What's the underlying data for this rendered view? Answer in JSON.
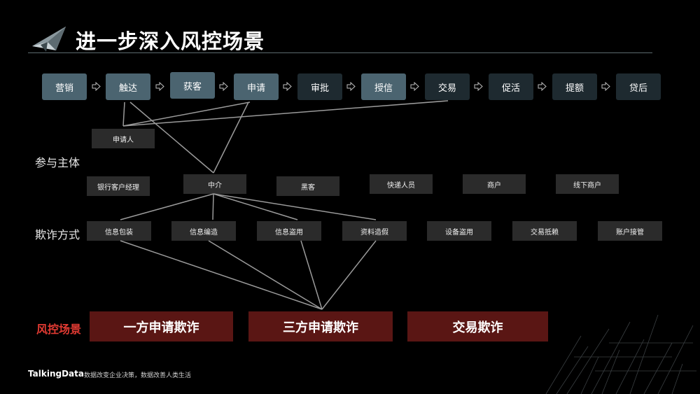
{
  "slide": {
    "title": "进一步深入风控场景",
    "footer_brand": "TalkingData",
    "footer_tagline": "数据改变企业决策，数据改善人类生活"
  },
  "flow_steps": [
    {
      "label": "营销",
      "tone": "light"
    },
    {
      "label": "触达",
      "tone": "light"
    },
    {
      "label": "获客",
      "tone": "light"
    },
    {
      "label": "申请",
      "tone": "light"
    },
    {
      "label": "审批",
      "tone": "dark"
    },
    {
      "label": "授信",
      "tone": "light"
    },
    {
      "label": "交易",
      "tone": "dark"
    },
    {
      "label": "促活",
      "tone": "dark"
    },
    {
      "label": "提额",
      "tone": "dark"
    },
    {
      "label": "贷后",
      "tone": "dark"
    }
  ],
  "participants": {
    "label": "参与主体",
    "items": [
      "申请人",
      "银行客户经理",
      "中介",
      "黑客",
      "快递人员",
      "商户",
      "线下商户"
    ]
  },
  "fraud_methods": {
    "label": "欺诈方式",
    "items": [
      "信息包装",
      "信息编造",
      "信息盗用",
      "资料造假",
      "设备盗用",
      "交易抵赖",
      "账户接管"
    ]
  },
  "risk_scenes": {
    "label": "风控场景",
    "items": [
      "一方申请欺诈",
      "三方申请欺诈",
      "交易欺诈"
    ]
  },
  "colors": {
    "step_light": "#4b6470",
    "step_dark": "#1e2a30",
    "chip_bg": "#2b2b2b",
    "scene_bg": "#5a1614",
    "accent_red": "#e03a32",
    "link_line": "#9a9a9a"
  }
}
